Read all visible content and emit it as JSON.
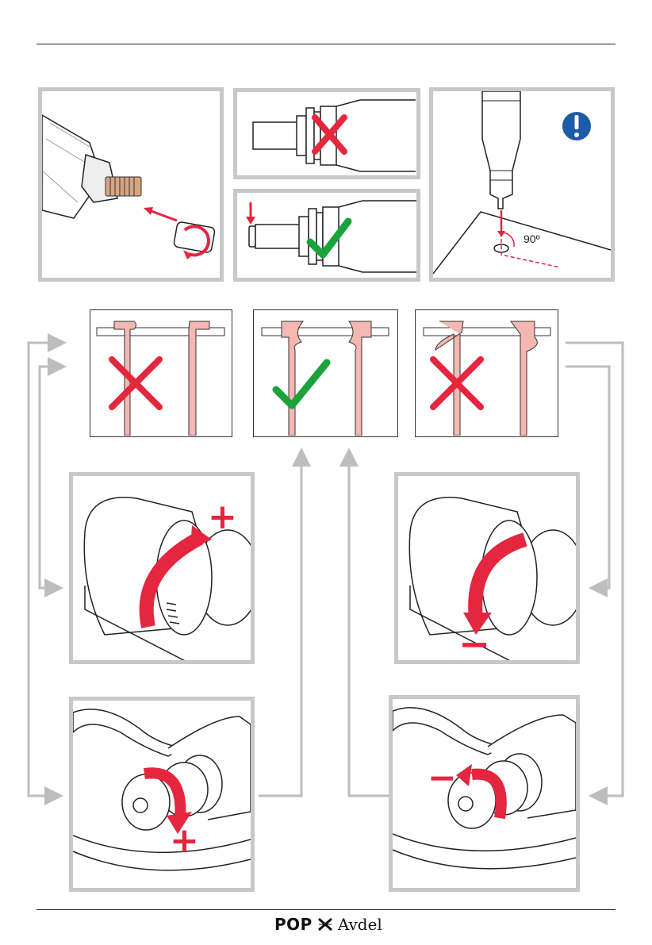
{
  "document": {
    "brand_pop": "POP",
    "brand_avdel": "Avdel",
    "reg_mark": "®",
    "angle_label": "90º",
    "plus_sign": "+",
    "minus_sign": "−"
  },
  "colors": {
    "panel_border": "#c8c8c8",
    "arrow_gray": "#bdbdbd",
    "wrong_red": "#e5263f",
    "right_green": "#1aa33b",
    "rivet_pink": "#f4b7b2",
    "notice_blue": "#1e5ba8"
  },
  "icons": [
    "cross-icon",
    "check-icon",
    "warning-icon",
    "rotate-arrow-icon",
    "red-arrow-icon"
  ]
}
